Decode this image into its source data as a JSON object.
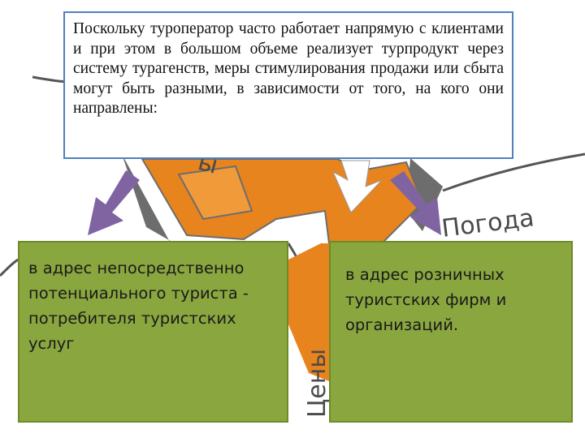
{
  "slide": {
    "intro_text": "Поскольку туроператор часто работает напрямую с клиентами и при этом в большом объеме реализует турпродукт через систему турагенств, меры стимулирования продажи или сбыта могут быть разными, в зависимости от того, на кого они направлены:",
    "box_left": "в адрес непосредственно потенциального туриста - потребителя туристских услуг",
    "box_right": "в адрес розничных туристских фирм и организаций.",
    "bg_label_weather": "Погода",
    "bg_label_prices": "Цены",
    "bg_label_partial": "ы"
  },
  "colors": {
    "box_border": "#4f81bd",
    "green_box": "#8aa63f",
    "arrow_purple": "#8064a2",
    "illustration_orange": "#e8841e",
    "illustration_frame": "#6d6d6d"
  }
}
